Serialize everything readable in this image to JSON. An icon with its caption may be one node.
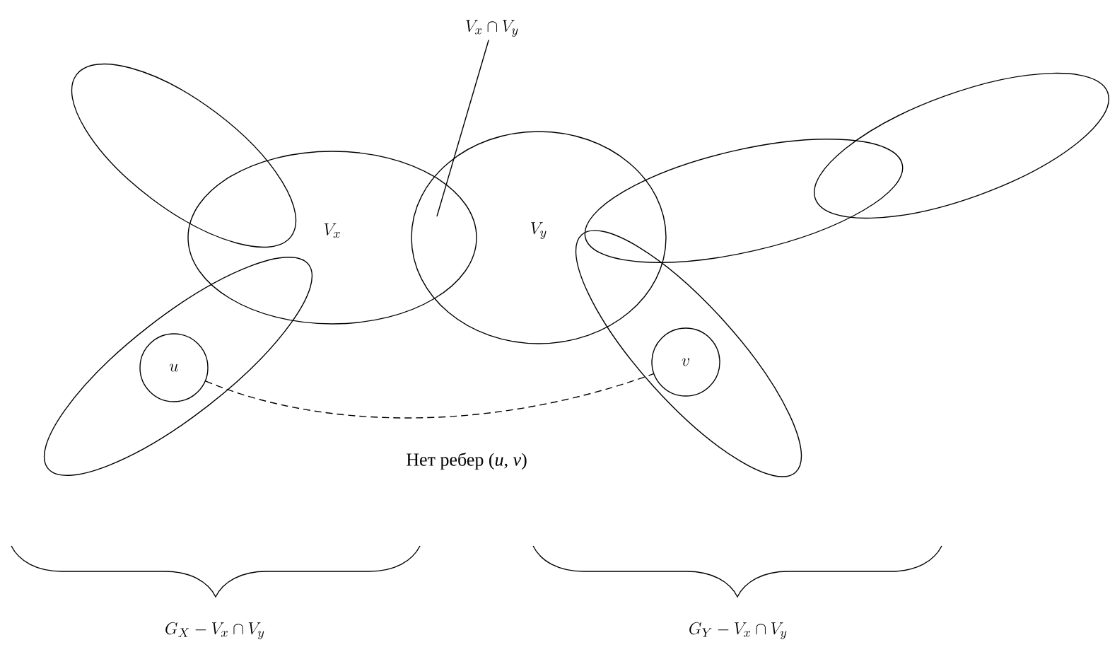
{
  "diagram": {
    "nodes": [
      {
        "text": [],
        "shape": "ellipse"
      },
      {
        "text": [
          "V_x"
        ]
      },
      {
        "text": [
          "V_y"
        ]
      },
      {
        "text": [],
        "shape": "ellipse"
      },
      {
        "text": [],
        "shape": "ellipse"
      },
      {
        "text": [],
        "shape": "ellipse"
      },
      {
        "text": [
          "u"
        ],
        "in": 5
      },
      {
        "text": [],
        "shape": "ellipse"
      },
      {
        "text": [
          "v"
        ],
        "in": 7
      },
      {
        "text": [
          "V_x \\cap V_y"
        ]
      }
    ],
    "edges": [
      {
        "from": 6,
        "to": 8,
        "arrow": "none",
        "style": "dashed",
        "label": "Нет ребер (*u*, *v*)"
      },
      {
        "from": 9,
        "to": 1,
        "arrow": "none"
      }
    ],
    "labels": [
      "G_X - V_x \\cap V_y",
      "G_Y - V_x \\cap V_y"
    ]
  }
}
